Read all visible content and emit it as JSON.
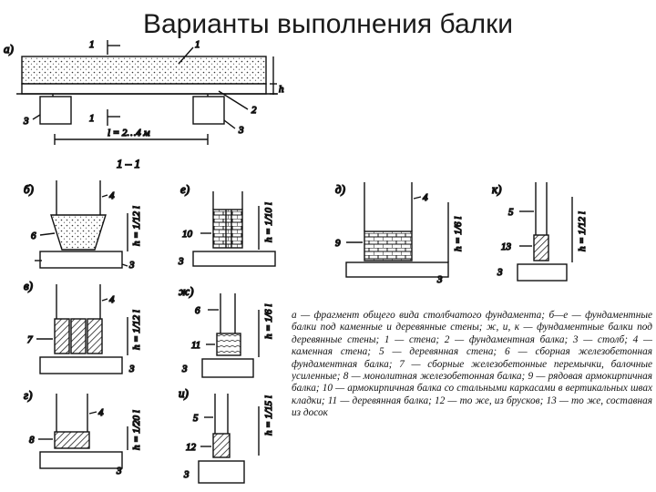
{
  "title": "Варианты выполнения балки",
  "figure": {
    "panel_labels": {
      "a": "а)",
      "b": "б)",
      "v": "в)",
      "g": "г)",
      "d": "д)",
      "e": "е)",
      "zh": "ж)",
      "i": "и)",
      "k": "к)"
    },
    "section_label": "1 – 1",
    "cut_mark": "1",
    "span_label": "l = 2…4 м",
    "height_a": "h",
    "h_b": "h = 1/12 l",
    "h_v": "h = 1/12 l",
    "h_g": "h = 1/20 l",
    "h_d": "h = 1/6 l",
    "h_e": "h = 1/10 l",
    "h_zh": "h = 1/6 l",
    "h_i": "h = 1/15 l",
    "h_k": "h = 1/12 l",
    "n1": "1",
    "n2": "2",
    "n3": "3",
    "n4": "4",
    "n5": "5",
    "n6": "6",
    "n7": "7",
    "n8": "8",
    "n9": "9",
    "n10": "10",
    "n11": "11",
    "n12": "12",
    "n13": "13"
  },
  "legend": "а — фрагмент общего вида столбчатого фундамента; б—е — фундаментные балки под каменные и деревянные стены; ж, и, к — фундаментные балки под деревянные стены; 1 — стена; 2 — фундаментная балка; 3 — столб; 4 — каменная стена; 5 — деревянная стена; 6 — сборная железобетонная фундаментная балка; 7 — сборные железобетонные перемычки, балочные усиленные; 8 — монолитная железобетонная балка; 9 — рядовая армокирпичная балка; 10 — армокирпичная балка со стальными каркасами в вертикальных швах кладки; 11 — деревянная балка; 12 — то же, из брусков; 13 — то же, составная из досок"
}
